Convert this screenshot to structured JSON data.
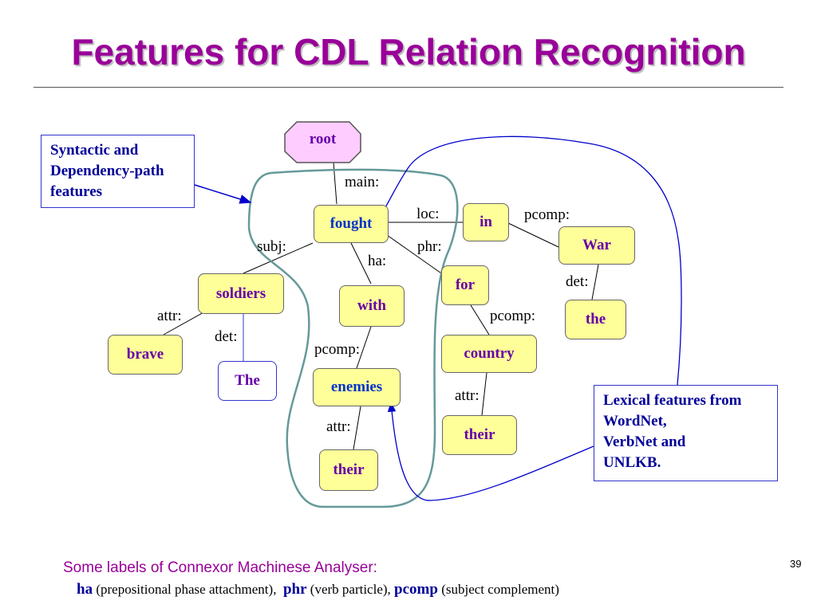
{
  "title": "Features for CDL Relation Recognition",
  "nodes": {
    "root": "root",
    "fought": "fought",
    "in": "in",
    "war": "War",
    "the_lower": "the",
    "for": "for",
    "country": "country",
    "their_country": "their",
    "with": "with",
    "enemies": "enemies",
    "their_enemies": "their",
    "soldiers": "soldiers",
    "brave": "brave",
    "the_det": "The"
  },
  "edge_labels": {
    "main": "main:",
    "loc": "loc:",
    "pcomp_in": "pcomp:",
    "subj": "subj:",
    "phr": "phr:",
    "ha": "ha:",
    "det_war": "det:",
    "attr_soldiers": "attr:",
    "det_soldiers": "det:",
    "pcomp_for": "pcomp:",
    "pcomp_with": "pcomp:",
    "attr_country": "attr:",
    "attr_enemies": "attr:"
  },
  "callouts": {
    "syntactic": [
      "Syntactic and",
      "Dependency-path",
      "features"
    ],
    "lexical": [
      "Lexical features from",
      "WordNet,",
      "VerbNet and",
      "UNLKB."
    ]
  },
  "footer": {
    "note": "Some labels of Connexor Machinese Analyser:",
    "ha_term": "ha",
    "ha_desc": "(prepositional phase attachment),",
    "phr_term": "phr",
    "phr_desc": "(verb particle),",
    "pcomp_term": "pcomp",
    "pcomp_desc": "(subject complement)",
    "page_number": "39"
  },
  "colors": {
    "title": "#990099",
    "node_fill": "#ffff99",
    "node_text": "#6600aa",
    "root_fill": "#ffccff",
    "callout_text": "#000099",
    "region_outline": "#669999",
    "arrow": "#0000cc"
  }
}
